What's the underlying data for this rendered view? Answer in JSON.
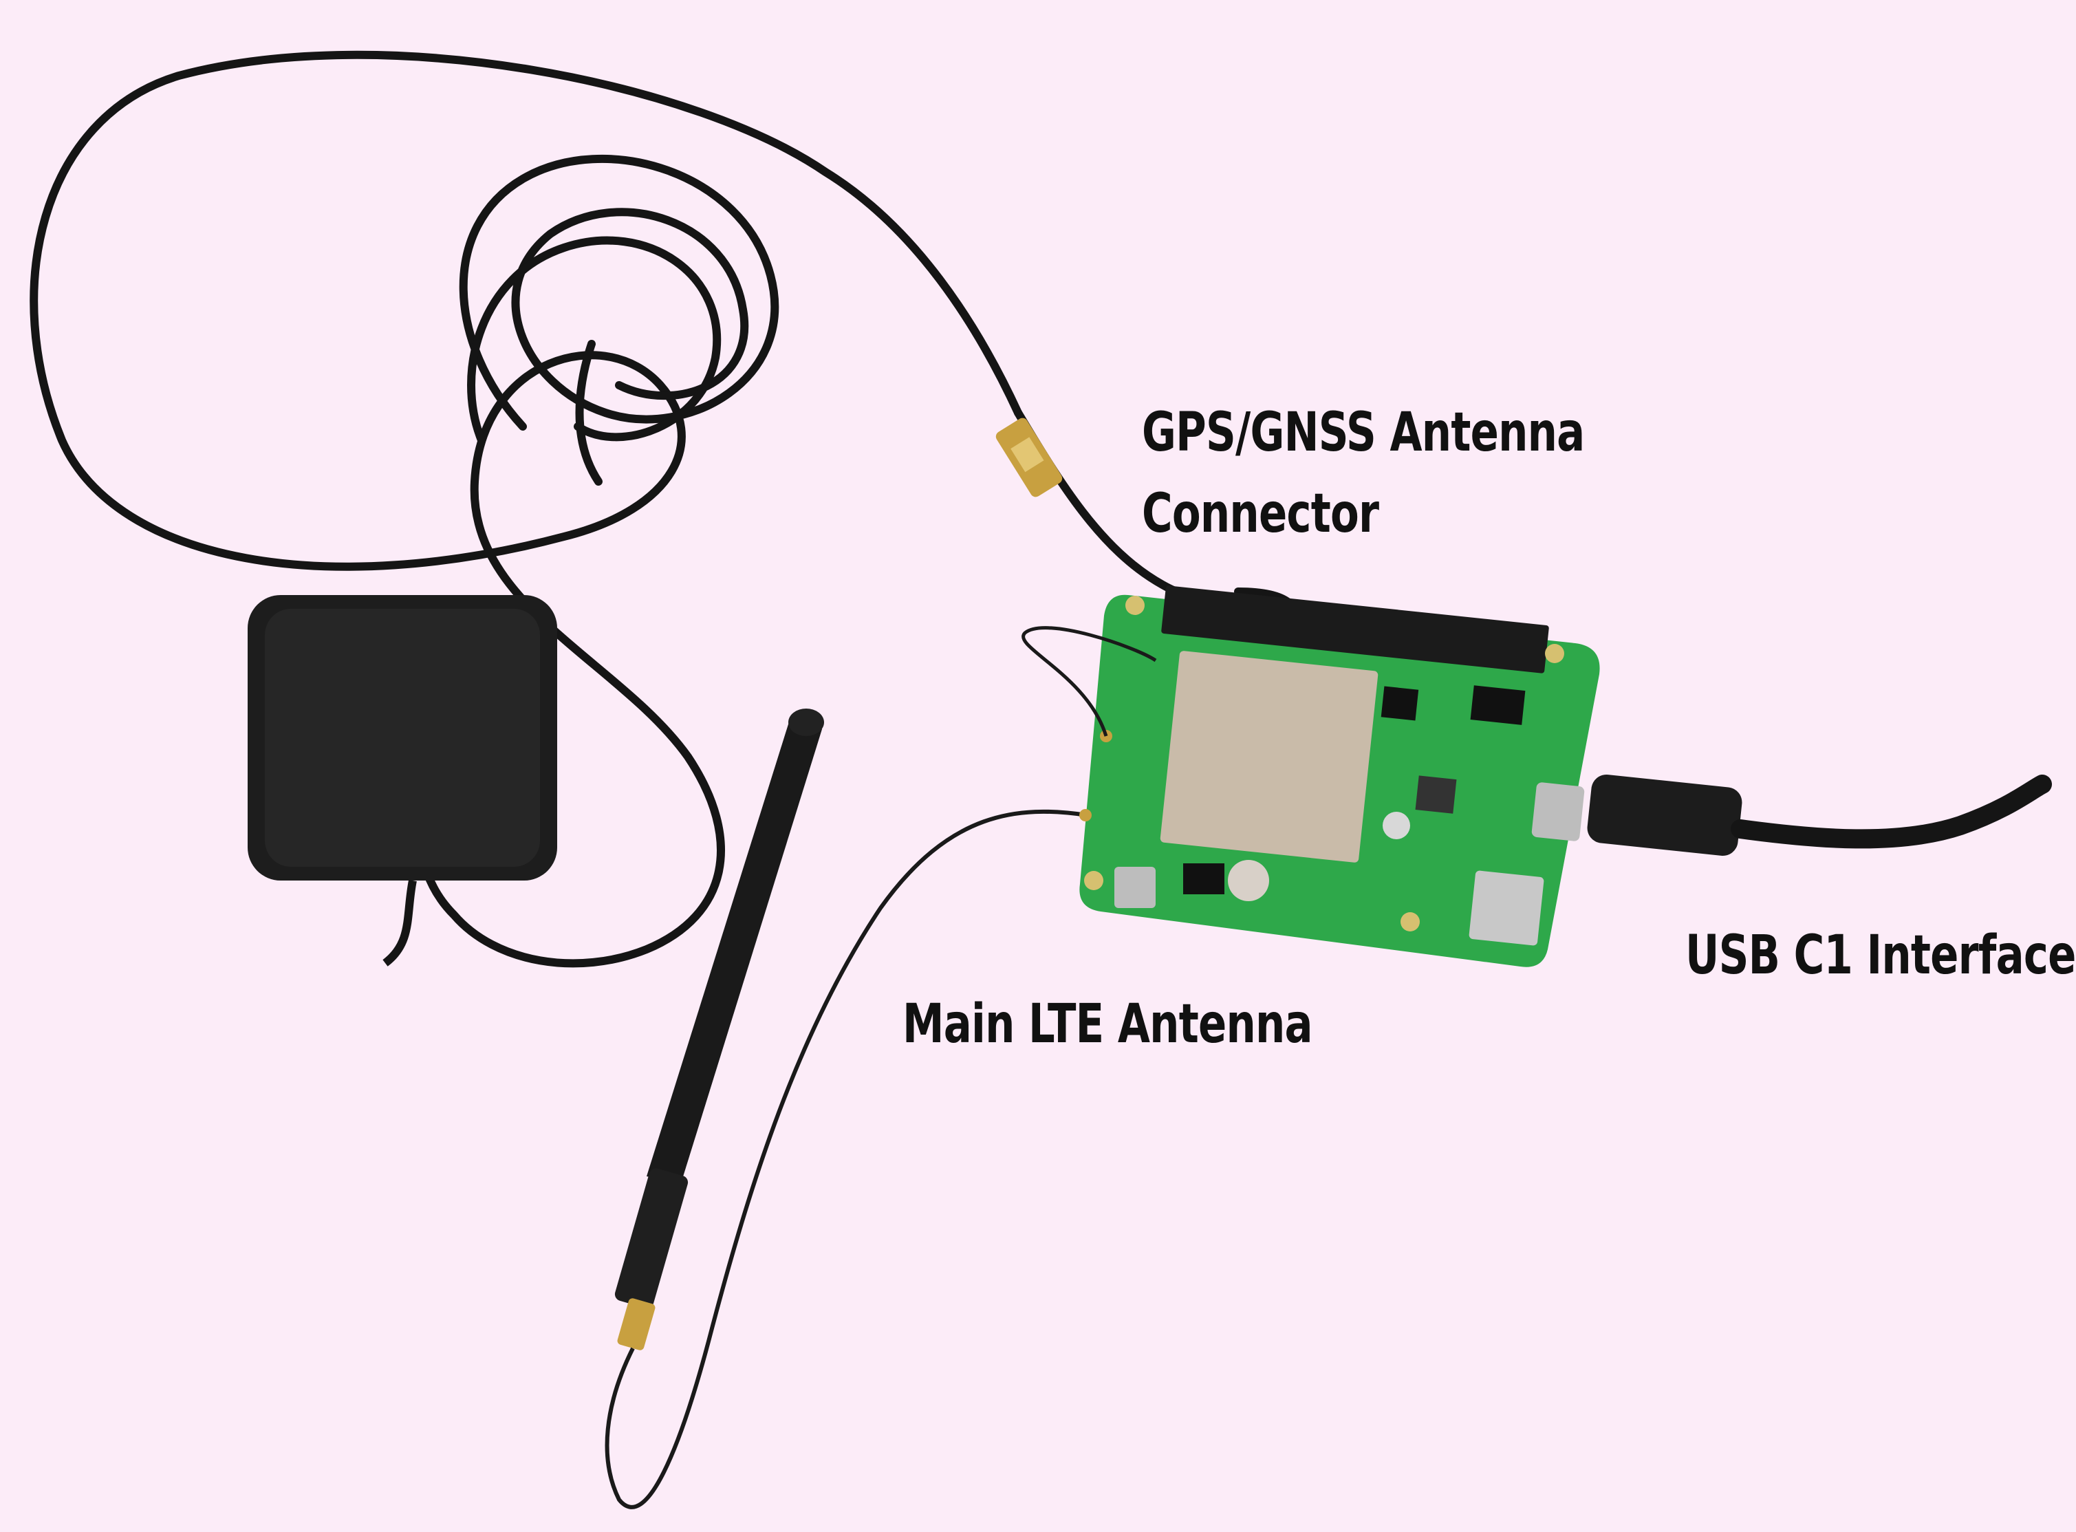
{
  "labels": {
    "gps_line1": "GPS/GNSS Antenna",
    "gps_line2": "Connector",
    "lte": "Main LTE Antenna",
    "usb": "USB C1 Interface"
  },
  "colors": {
    "background": "#fcecf8",
    "board": "#2ea84a",
    "cable": "#151515",
    "module": "#c9bba9",
    "connector_gold": "#c8a040",
    "label_text": "#111111"
  }
}
